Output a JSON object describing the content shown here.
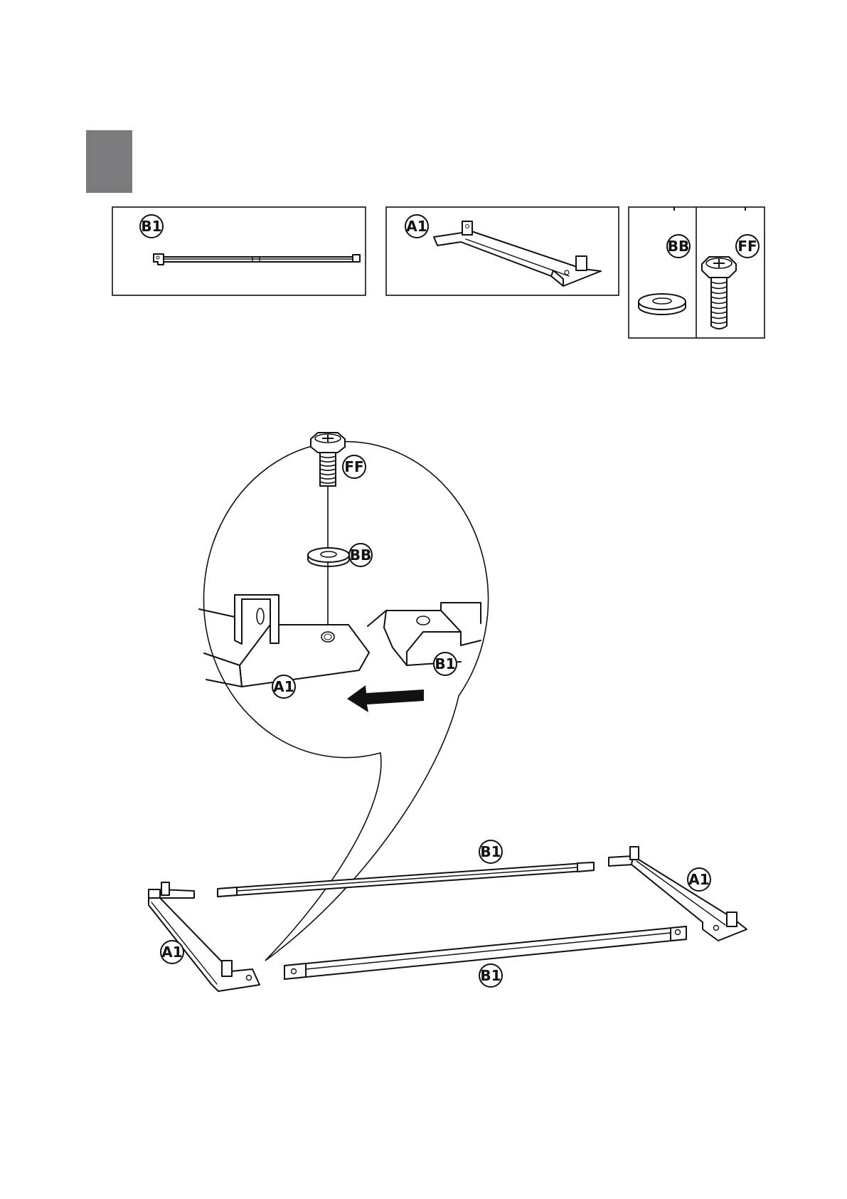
{
  "step_marker": {
    "color": "#7b7b7d"
  },
  "parts_panels": [
    {
      "id": "panel-b1",
      "label": "B1"
    },
    {
      "id": "panel-a1",
      "label": "A1"
    },
    {
      "id": "panel-bb",
      "label": "BB"
    },
    {
      "id": "panel-ff",
      "label": "FF"
    }
  ],
  "detail_view": {
    "labels": {
      "screw": "FF",
      "washer": "BB",
      "frame_end": "A1",
      "rail": "B1"
    },
    "arrow": "left"
  },
  "assembly": {
    "labels": {
      "top_rail": "B1",
      "bottom_rail": "B1",
      "left_frame": "A1",
      "right_frame": "A1"
    }
  }
}
